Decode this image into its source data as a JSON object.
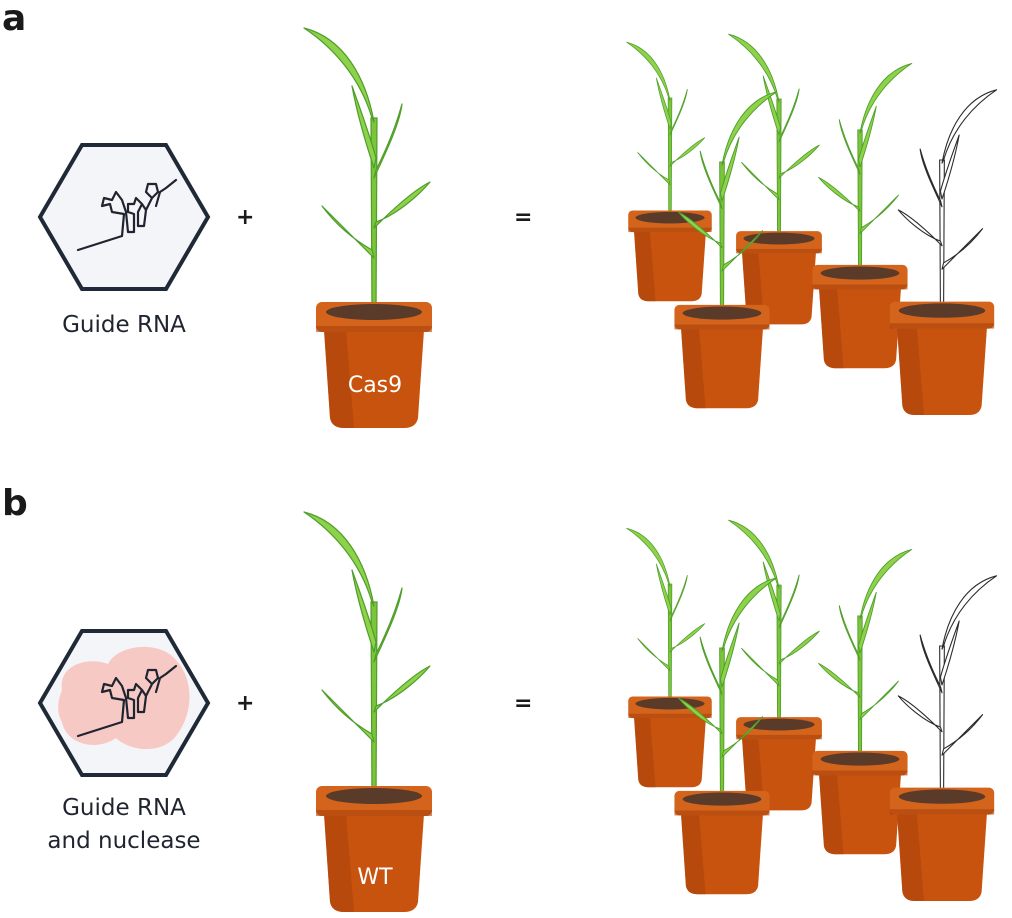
{
  "panels": [
    {
      "letter": "a",
      "reagent_caption": [
        "Guide RNA"
      ],
      "reagent_has_nuclease": false,
      "plus": "+",
      "parent_pot_label": "Cas9",
      "equals": "=",
      "offspring_count": 5,
      "offspring_edited_index": 4
    },
    {
      "letter": "b",
      "reagent_caption": [
        "Guide RNA",
        "and nuclease"
      ],
      "reagent_has_nuclease": true,
      "plus": "+",
      "parent_pot_label": "WT",
      "equals": "=",
      "offspring_count": 5,
      "offspring_edited_index": 4
    }
  ],
  "colors": {
    "pot_body": "#c8530f",
    "pot_shadow": "#a8410a",
    "pot_rim": "#d4641c",
    "soil": "#5a3b2a",
    "leaf_fill": "#8ed14a",
    "leaf_stroke": "#4e9e2a",
    "stem": "#7cc43a",
    "edited_plant_stroke": "#2b2b2b",
    "hexagon_stroke": "#1f2937",
    "hexagon_fill": "#f4f5f8",
    "nuclease_blob": "#f7c9c4",
    "rna_line": "#1f2430"
  },
  "icons": {
    "reagent": "hexagon-rna-icon",
    "plant": "maize-seedling-icon",
    "pot": "flower-pot-icon"
  }
}
